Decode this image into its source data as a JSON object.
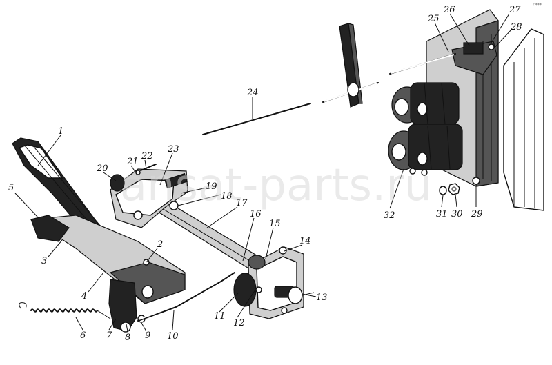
{
  "labels": {
    "l1": "1",
    "l2": "2",
    "l3": "3",
    "l4": "4",
    "l5": "5",
    "l6": "6",
    "l7": "7",
    "l8": "8",
    "l9": "9",
    "l10": "10",
    "l11": "11",
    "l12": "12",
    "l13": "13",
    "l14": "14",
    "l15": "15",
    "l16": "16",
    "l17": "17",
    "l18": "18",
    "l19": "19",
    "l20": "20",
    "l21": "21",
    "l22": "22",
    "l23": "23",
    "l24": "24",
    "l25": "25",
    "l26": "26",
    "l27": "27",
    "l28": "28",
    "l29": "29",
    "l30": "30",
    "l31": "31",
    "l32": "32"
  },
  "watermark": "ansat-parts.ru",
  "corner_mark": "r.***"
}
